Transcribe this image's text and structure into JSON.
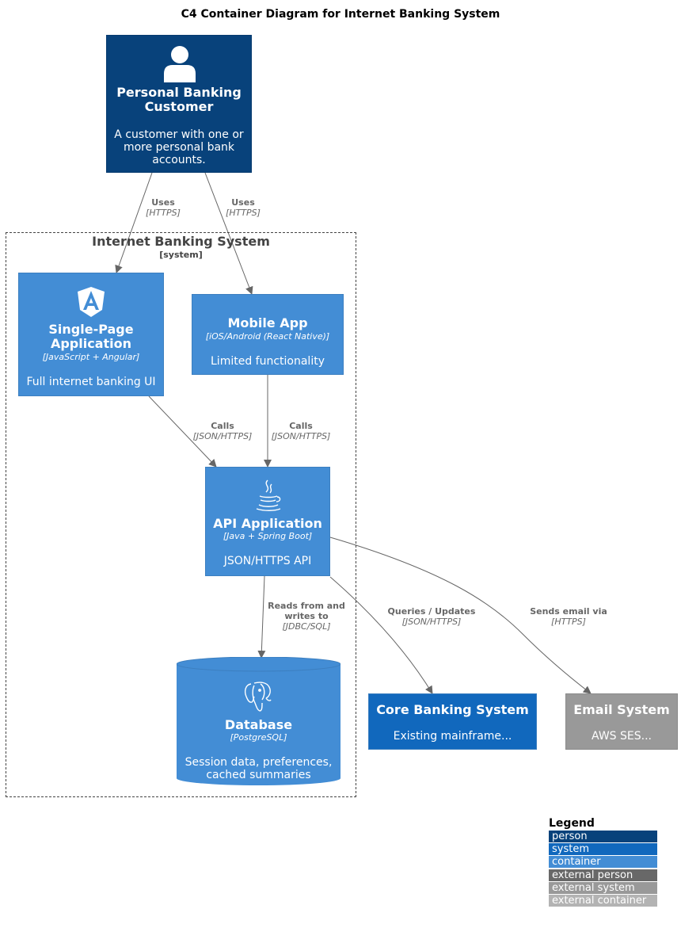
{
  "title": "C4 Container Diagram for Internet Banking System",
  "customer": {
    "name_line1": "Personal Banking",
    "name_line2": "Customer",
    "desc_line1": "A customer with one or",
    "desc_line2": "more personal bank",
    "desc_line3": "accounts.",
    "icon": "person-icon"
  },
  "boundary": {
    "name": "Internet Banking System",
    "type": "[system]"
  },
  "spa": {
    "name_line1": "Single-Page",
    "name_line2": "Application",
    "tech": "[JavaScript + Angular]",
    "desc": "Full internet banking UI",
    "icon": "angular-icon"
  },
  "mobile": {
    "name": "Mobile App",
    "tech": "[iOS/Android (React Native)]",
    "desc": "Limited functionality"
  },
  "api": {
    "name": "API Application",
    "tech": "[Java + Spring Boot]",
    "desc": "JSON/HTTPS API",
    "icon": "java-icon"
  },
  "database": {
    "name": "Database",
    "tech": "[PostgreSQL]",
    "desc_line1": "Session data, preferences,",
    "desc_line2": "cached summaries",
    "icon": "postgresql-icon"
  },
  "core": {
    "name": "Core Banking System",
    "desc": "Existing mainframe..."
  },
  "email": {
    "name": "Email System",
    "desc": "AWS SES..."
  },
  "relations": {
    "uses_spa": {
      "label": "Uses",
      "tech": "[HTTPS]"
    },
    "uses_mobile": {
      "label": "Uses",
      "tech": "[HTTPS]"
    },
    "spa_api": {
      "label": "Calls",
      "tech": "[JSON/HTTPS]"
    },
    "mobile_api": {
      "label": "Calls",
      "tech": "[JSON/HTTPS]"
    },
    "api_db": {
      "label_line1": "Reads from and",
      "label_line2": "writes to",
      "tech": "[JDBC/SQL]"
    },
    "api_core": {
      "label": "Queries / Updates",
      "tech": "[JSON/HTTPS]"
    },
    "api_email": {
      "label": "Sends email via",
      "tech": "[HTTPS]"
    }
  },
  "legend": {
    "title": "Legend",
    "items": [
      {
        "label": "person",
        "color": "#08427b"
      },
      {
        "label": "system",
        "color": "#1168bd"
      },
      {
        "label": "container",
        "color": "#438dd5"
      },
      {
        "label": "external person",
        "color": "#686868"
      },
      {
        "label": "external system",
        "color": "#999999"
      },
      {
        "label": "external container",
        "color": "#b3b3b3"
      }
    ]
  }
}
